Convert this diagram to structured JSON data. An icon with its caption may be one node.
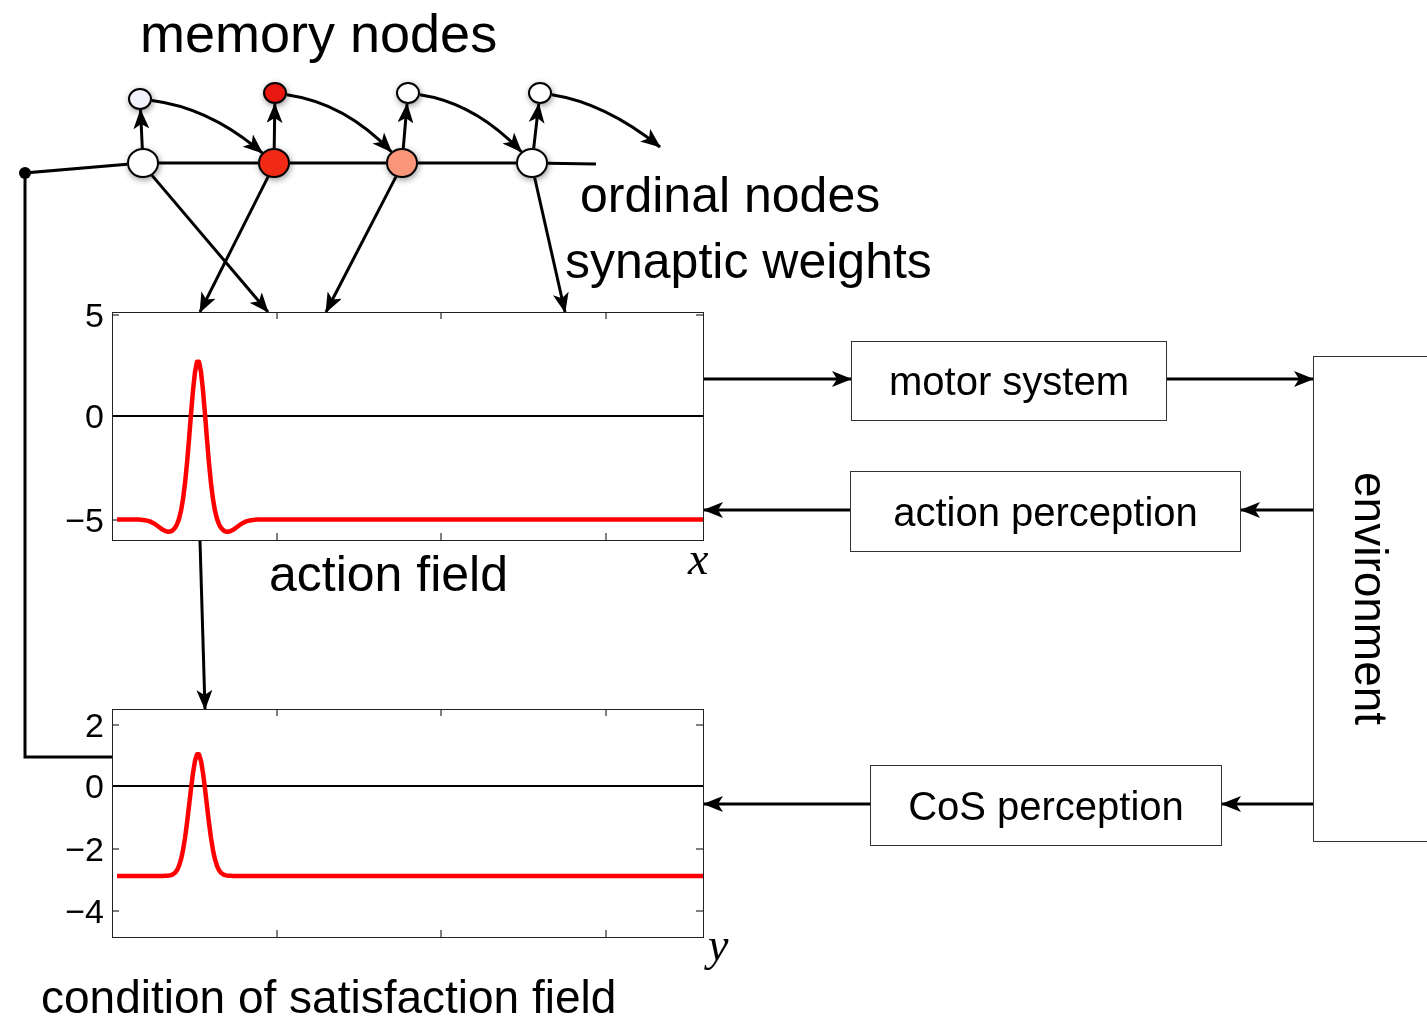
{
  "diagram": {
    "nodes": [
      {
        "text": [],
        "shape": "circle"
      },
      {
        "text": [],
        "shape": "circle"
      },
      {
        "text": [],
        "shape": "circle"
      },
      {
        "text": [],
        "shape": "circle"
      },
      {
        "text": [],
        "shape": "circle"
      },
      {
        "text": [],
        "shape": "circle"
      },
      {
        "text": [],
        "shape": "circle"
      },
      {
        "text": [],
        "shape": "circle"
      },
      {
        "text": [
          "action field"
        ]
      },
      {
        "text": [
          "condition of satisfaction field"
        ]
      },
      {
        "text": [
          "motor system"
        ]
      },
      {
        "text": [
          "action perception"
        ]
      },
      {
        "text": [
          "CoS perception"
        ]
      },
      {
        "text": [
          "environment"
        ]
      }
    ],
    "edges": [
      {
        "from": 4,
        "to": 0,
        "arrow": "to"
      },
      {
        "from": 5,
        "to": 1,
        "arrow": "to"
      },
      {
        "from": 6,
        "to": 2,
        "arrow": "to"
      },
      {
        "from": 7,
        "to": 3,
        "arrow": "to"
      },
      {
        "from": 0,
        "to": 5,
        "arrow": "to"
      },
      {
        "from": 1,
        "to": 6,
        "arrow": "to"
      },
      {
        "from": 2,
        "to": 7,
        "arrow": "to"
      },
      {
        "from": 3,
        "to": null,
        "arrow": "to"
      },
      {
        "from": 4,
        "to": 8,
        "arrow": "to"
      },
      {
        "from": 5,
        "to": 8,
        "arrow": "to"
      },
      {
        "from": 6,
        "to": 8,
        "arrow": "to"
      },
      {
        "from": 7,
        "to": 8,
        "arrow": "to"
      },
      {
        "from": 9,
        "to": 4,
        "arrow": "none"
      },
      {
        "from": 4,
        "to": 5,
        "arrow": "none"
      },
      {
        "from": 5,
        "to": 6,
        "arrow": "none"
      },
      {
        "from": 6,
        "to": 7,
        "arrow": "none"
      },
      {
        "from": 7,
        "to": null,
        "arrow": "none"
      },
      {
        "from": 8,
        "to": 9,
        "arrow": "to"
      },
      {
        "from": 8,
        "to": 10,
        "arrow": "to"
      },
      {
        "from": 10,
        "to": 13,
        "arrow": "to"
      },
      {
        "from": 13,
        "to": 11,
        "arrow": "to"
      },
      {
        "from": 11,
        "to": 8,
        "arrow": "to"
      },
      {
        "from": 13,
        "to": 12,
        "arrow": "to"
      },
      {
        "from": 12,
        "to": 9,
        "arrow": "to"
      }
    ],
    "labels": [
      "memory nodes",
      "ordinal nodes",
      "synaptic weights",
      "5",
      "0",
      "−5",
      "x",
      "2",
      "0",
      "−2",
      "−4",
      "y"
    ]
  }
}
